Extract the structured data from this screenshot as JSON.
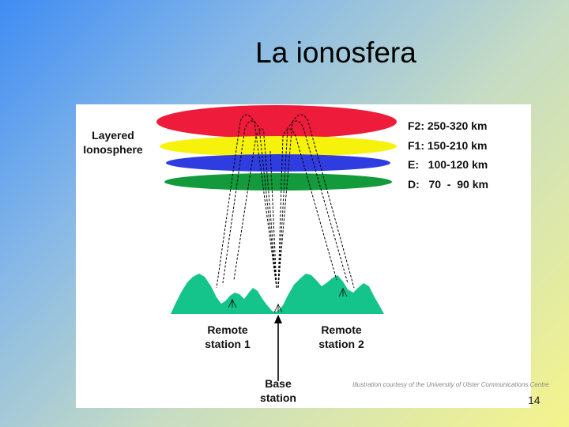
{
  "slide": {
    "title": "La ionosfera",
    "page_number": "14"
  },
  "diagram": {
    "heading": "Layered\nIonosphere",
    "layers": [
      {
        "name": "F2",
        "label": "F2: 250-320 km",
        "color": "#ee1c3a"
      },
      {
        "name": "F1",
        "label": "F1: 150-210 km",
        "color": "#f7f20c"
      },
      {
        "name": "E",
        "label": "E:   100-120 km",
        "color": "#2f3de0"
      },
      {
        "name": "D",
        "label": "D:   70  -  90 km",
        "color": "#139a3c"
      }
    ],
    "terrain_color": "#15c48b",
    "stations": {
      "remote1": "Remote\nstation 1",
      "remote2": "Remote\nstation 2",
      "base": "Base\nstation"
    },
    "credit": "Illustration courtesy of the University of Ulster Communications Centre"
  }
}
